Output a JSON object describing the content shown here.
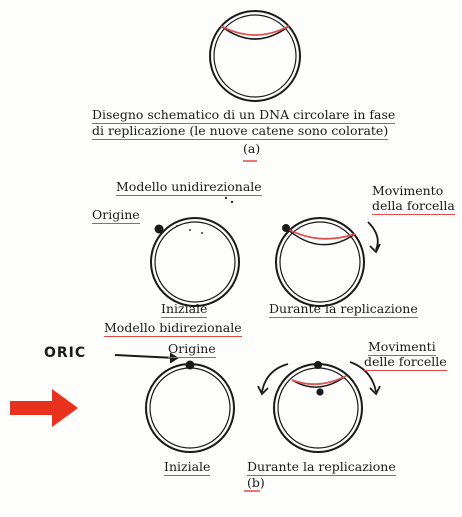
{
  "part_a": {
    "caption_line1": "Disegno schematico di un DNA circolare in fase",
    "caption_line2": "di replicazione (le nuove catene sono colorate)",
    "label": "(a)"
  },
  "uni": {
    "title": "Modello unidirezionale",
    "origin": "Origine",
    "fork_movement_line1": "Movimento",
    "fork_movement_line2": "della forcella",
    "initial": "Iniziale",
    "during": "Durante la replicazione"
  },
  "bi": {
    "title": "Modello bidirezionale",
    "origin": "Origine",
    "handwritten_note": "ORIC",
    "forks_movement_line1": "Movimenti",
    "forks_movement_line2": "delle forcelle",
    "initial": "Iniziale",
    "during": "Durante la replicazione",
    "label": "(b)"
  },
  "colors": {
    "strand": "#1a1a1a",
    "new_strand": "#d9534f",
    "underline": "#e24a4a",
    "arrow": "#e8321e"
  },
  "icons": [
    "red-arrow-icon",
    "pointer-arrow-icon",
    "curved-arrow-icon"
  ]
}
